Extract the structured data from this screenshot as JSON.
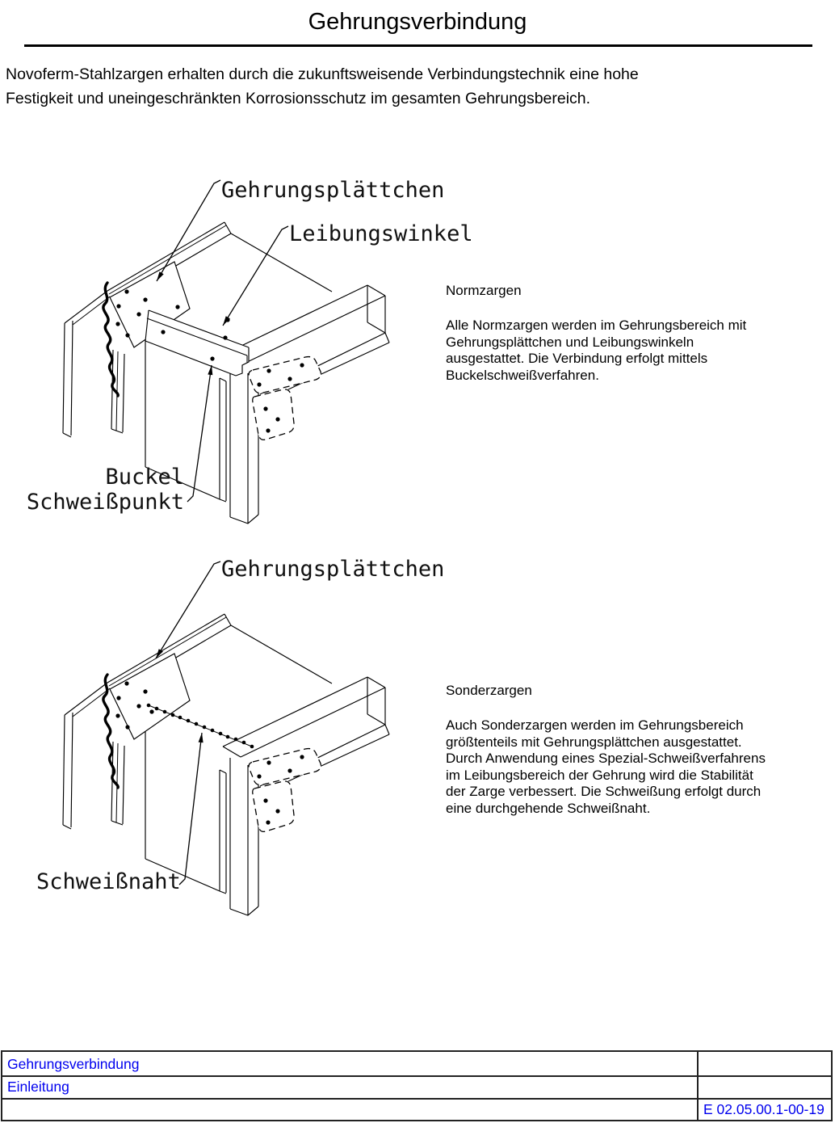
{
  "page": {
    "title": "Gehrungsverbindung"
  },
  "intro": {
    "line1": "Novoferm-Stahlzargen erhalten durch die zukunftsweisende Verbindungstechnik eine hohe",
    "line2": "Festigkeit und uneingeschränkten Korrosionsschutz im gesamten Gehrungsbereich."
  },
  "figure1": {
    "labels": {
      "plate": "Gehrungsplättchen",
      "angle": "Leibungswinkel",
      "weld_line1": "Buckel",
      "weld_line2": "Schweißpunkt"
    },
    "caption": {
      "title": "Normzargen",
      "body": "Alle Normzargen werden im Gehrungsbereich mit\nGehrungsplättchen und Leibungswinkeln\nausgestattet. Die Verbindung erfolgt mittels\nBuckelschweißverfahren."
    }
  },
  "figure2": {
    "labels": {
      "plate": "Gehrungsplättchen",
      "seam": "Schweißnaht"
    },
    "caption": {
      "title": "Sonderzargen",
      "body": "Auch Sonderzargen werden im Gehrungsbereich\ngrößtenteils mit Gehrungsplättchen ausgestattet.\nDurch Anwendung eines Spezial-Schweißverfahrens\nim Leibungsbereich der Gehrung wird die Stabilität\nder Zarge verbessert. Die Schweißung erfolgt durch\neine durchgehende Schweißnaht."
    }
  },
  "footer": {
    "chapter": "Gehrungsverbindung",
    "section": "Einleitung",
    "doc_number": "E 02.05.00.1-00-19",
    "accent_blue": "#0000ee"
  }
}
